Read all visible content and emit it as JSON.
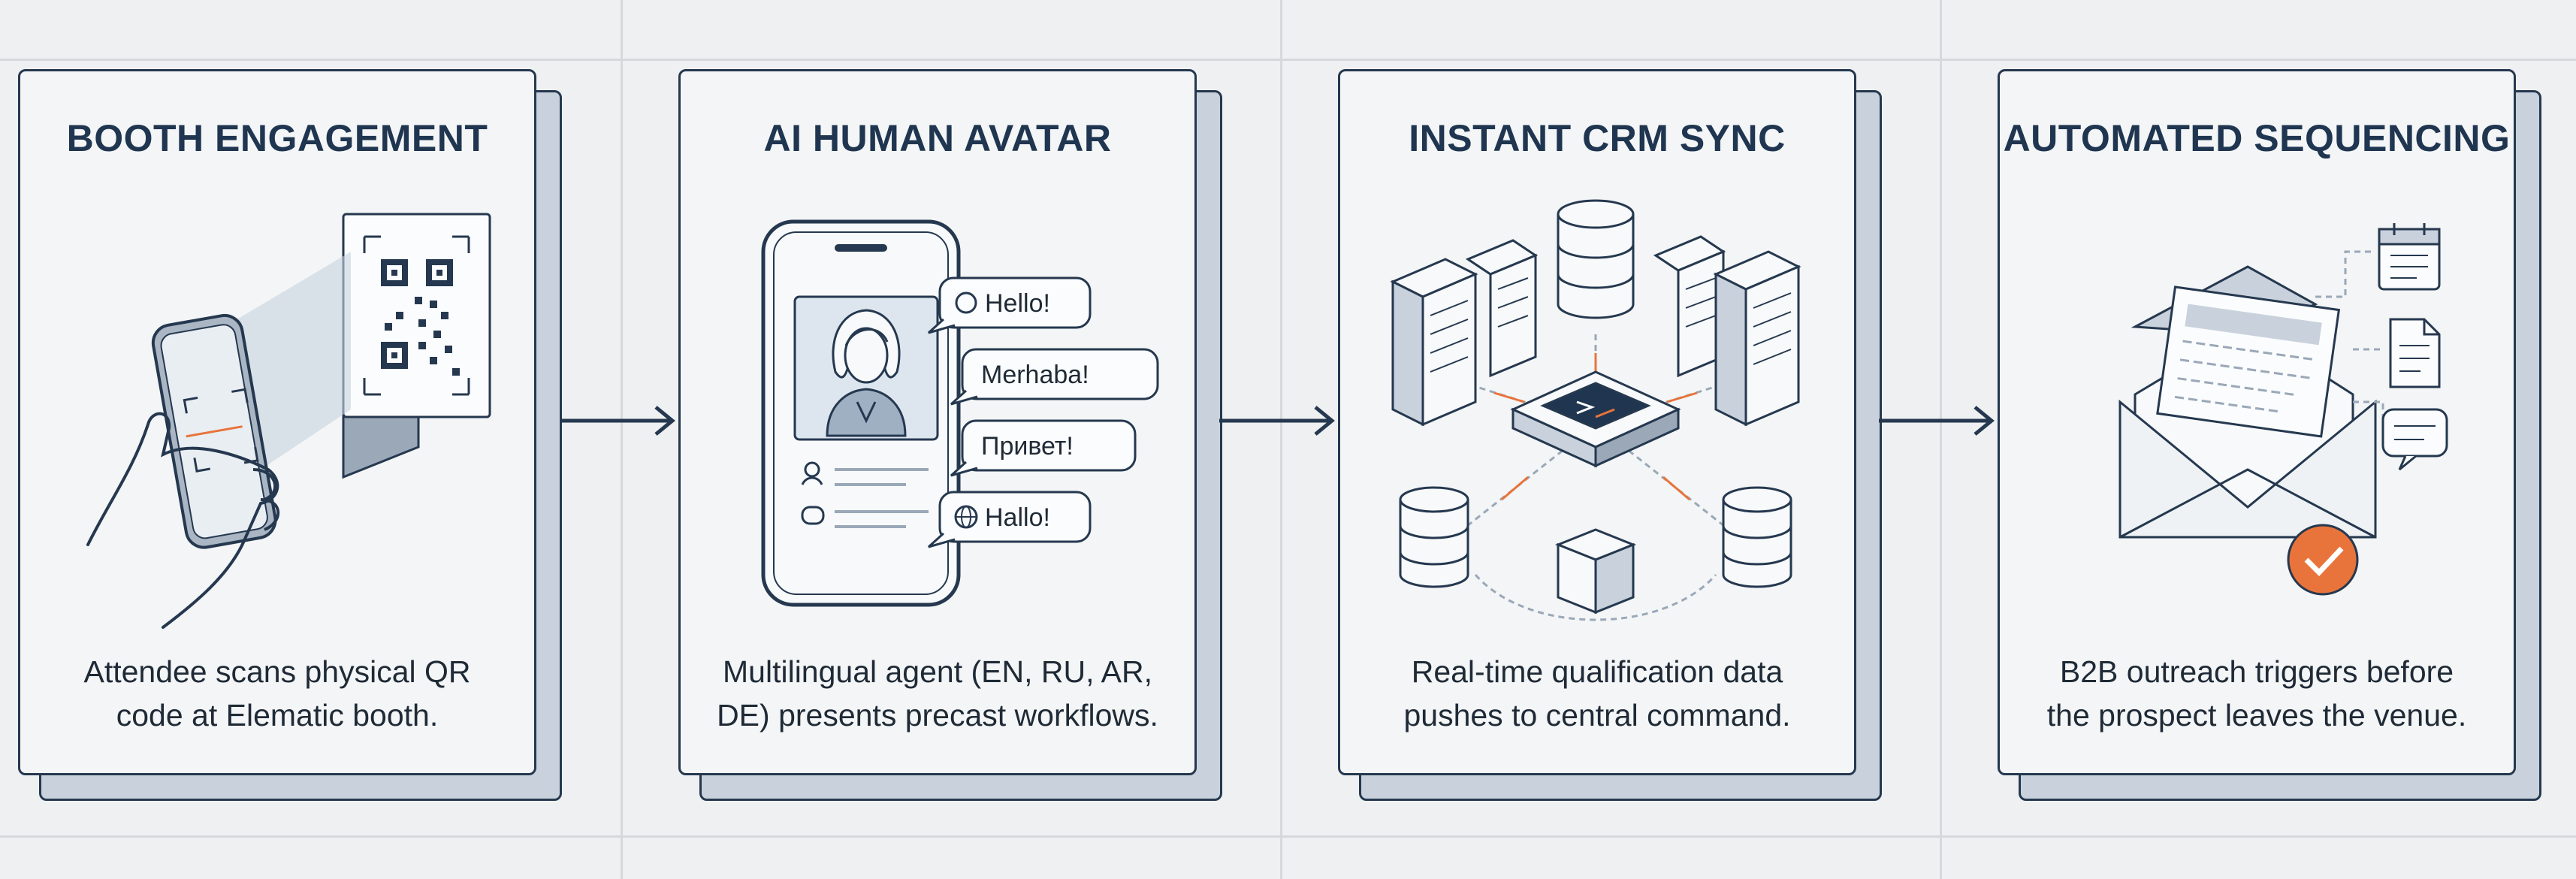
{
  "steps": [
    {
      "title": "BOOTH ENGAGEMENT",
      "desc_line1": "Attendee scans physical QR",
      "desc_line2": "code at Elematic booth.",
      "icon": "phone-scan-qr-icon"
    },
    {
      "title": "AI HUMAN AVATAR",
      "desc_line1": "Multilingual agent (EN, RU, AR,",
      "desc_line2": "DE) presents precast workflows.",
      "icon": "avatar-phone-icon",
      "bubbles": [
        "Hello!",
        "Merhaba!",
        "Привет!",
        "Hallo!"
      ]
    },
    {
      "title": "INSTANT CRM SYNC",
      "desc_line1": "Real-time qualification data",
      "desc_line2": "pushes to central command.",
      "icon": "server-network-icon"
    },
    {
      "title": "AUTOMATED SEQUENCING",
      "desc_line1": "B2B outreach triggers before",
      "desc_line2": "the prospect leaves the venue.",
      "icon": "email-sequence-icon"
    }
  ],
  "colors": {
    "ink": "#25384f",
    "accent": "#e8743b",
    "card": "#f3f5f6",
    "shadow": "#c9d2dc"
  }
}
